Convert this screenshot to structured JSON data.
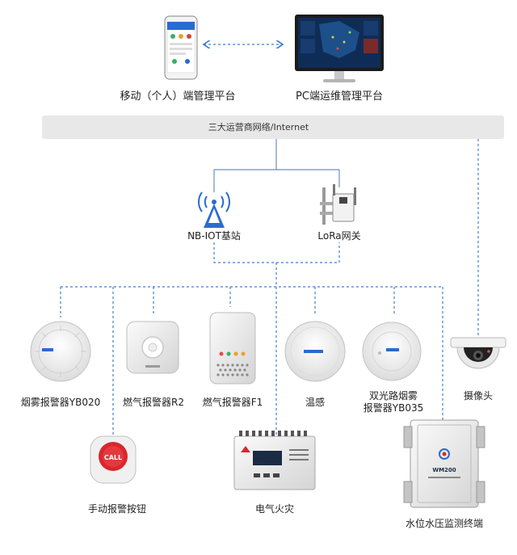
{
  "top": {
    "mobile_label": "移动（个人）端管理平台",
    "pc_label": "PC端运维管理平台"
  },
  "network": {
    "label": "三大运营商网络/Internet"
  },
  "gateways": {
    "nb_iot": "NB-IOT基站",
    "lora": "LoRa网关"
  },
  "devices": {
    "smoke_yb020": "烟雾报警器YB020",
    "gas_r2": "燃气报警器R2",
    "gas_f1": "燃气报警器F1",
    "temp": "温感",
    "dual_smoke_line1": "双光路烟雾",
    "dual_smoke_line2": "报警器YB035",
    "camera": "摄像头",
    "manual_button": "手动报警按钮",
    "electric_fire": "电气火灾",
    "water_terminal": "水位水压监测终端"
  },
  "device_text": {
    "call": "CALL",
    "wm200": "WM200"
  },
  "colors": {
    "dashed_line": "#3c7fd0",
    "solid_line": "#6a8fc0",
    "network_bar": "#e8e8e8"
  }
}
